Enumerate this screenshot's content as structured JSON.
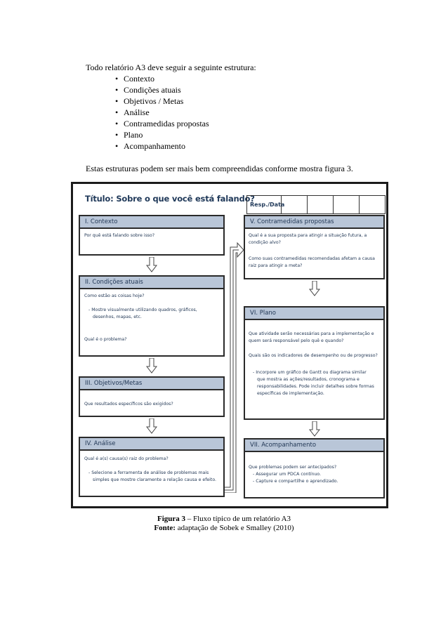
{
  "intro": {
    "lead": "Todo relatório A3 deve seguir a seguinte estrutura:",
    "bullet": "•",
    "items": [
      "Contexto",
      "Condições atuais",
      "Objetivos / Metas",
      "Análise",
      "Contramedidas propostas",
      "Plano",
      "Acompanhamento"
    ]
  },
  "paragraph": "Estas estruturas podem ser mais bem compreendidas conforme mostra figura 3.",
  "figure": {
    "title": "Título: Sobre o que você está falando?",
    "resp_label": "Resp./Data",
    "sections": {
      "contexto": {
        "header": "I. Contexto",
        "q1": "Por quê está falando sobre isso?"
      },
      "condicoes": {
        "header": "II. Condições atuais",
        "q1": "Como estão as coisas hoje?",
        "b1a": "- Mostre visualmente utilizando quadros, gráficos,",
        "b1b": "desenhos, mapas, etc.",
        "q2": "Qual é o problema?"
      },
      "objetivos": {
        "header": "III. Objetivos/Metas",
        "q1": "Que resultados específicos são exigidos?"
      },
      "analise": {
        "header": "IV. Análise",
        "q1": "Qual é a(s) causa(s) raiz do problema?",
        "b1a": "- Selecione a ferramenta de análise de problemas mais",
        "b1b": "simples que mostre claramente a relação causa e efeito."
      },
      "contramedidas": {
        "header": "V. Contramedidas propostas",
        "q1a": "Qual é a sua proposta para atingir a situação futura, a",
        "q1b": "condição alvo?",
        "q2a": "Como suas contramedidas recomendadas afetam a causa",
        "q2b": "raiz para atingir a meta?"
      },
      "plano": {
        "header": "VI. Plano",
        "q1a": "Que atividade serão necessárias para a implementação e",
        "q1b": "quem será responsável pelo quê e quando?",
        "q2": "Quais são os indicadores de desempenho ou de progresso?",
        "b1a": "- Incorpore um gráfico de Gantt ou diagrama similar",
        "b1b": "que mostra as ações/resultados, cronograma e",
        "b1c": "responsabilidades. Pode incluir detalhes sobre formas",
        "b1d": "específicas de implementação."
      },
      "acompanhamento": {
        "header": "VII. Acompanhamento",
        "q1": "Que problemas podem ser antecipados?",
        "b1": "- Assegurar um PDCA contínuo.",
        "b2": "- Capture e compartilhe o aprendizado."
      }
    }
  },
  "caption": {
    "fig_label": "Figura 3",
    "fig_text": " – Fluxo típico de um relatório A3",
    "source_label": "Fonte:",
    "source_text": " adaptação de Sobek e Smalley (2010)"
  }
}
